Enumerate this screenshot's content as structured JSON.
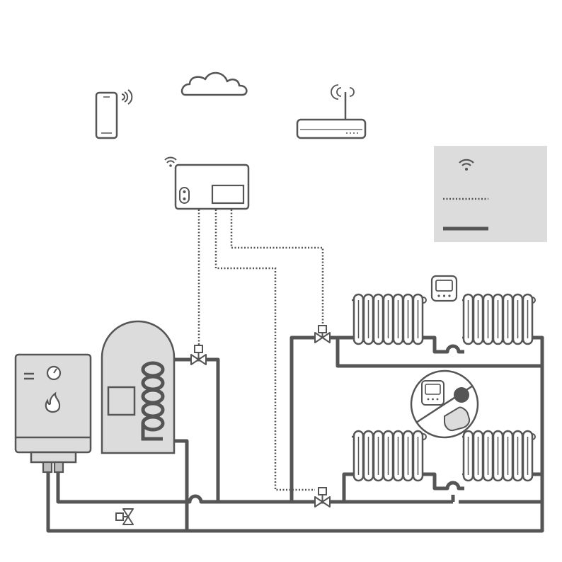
{
  "diagram": {
    "subject": "",
    "colors": {
      "pipe": "#555555",
      "outline": "#555555",
      "fill_light": "#d9d9d9",
      "fill_mid": "#bdbdbd",
      "panel": "#dcdcdc",
      "signal": "#555555",
      "background": "#ffffff"
    },
    "icons": [
      "smartphone-icon",
      "cloud-icon",
      "router-icon",
      "wifi-icon",
      "controller-icon",
      "boiler-icon",
      "flame-icon",
      "gauge-icon",
      "hot-water-tank-icon",
      "heating-coil-icon",
      "motorized-valve-icon",
      "radiator-icon",
      "room-thermostat-icon",
      "zoom-callout-icon",
      "legend-panel"
    ],
    "legend": [
      {
        "key": "wireless",
        "icon": "wifi-icon"
      },
      {
        "key": "control-wiring",
        "icon": "dotted-line"
      },
      {
        "key": "pipework",
        "icon": "solid-line"
      }
    ],
    "radiator_count": 4,
    "valve_count": 4
  }
}
